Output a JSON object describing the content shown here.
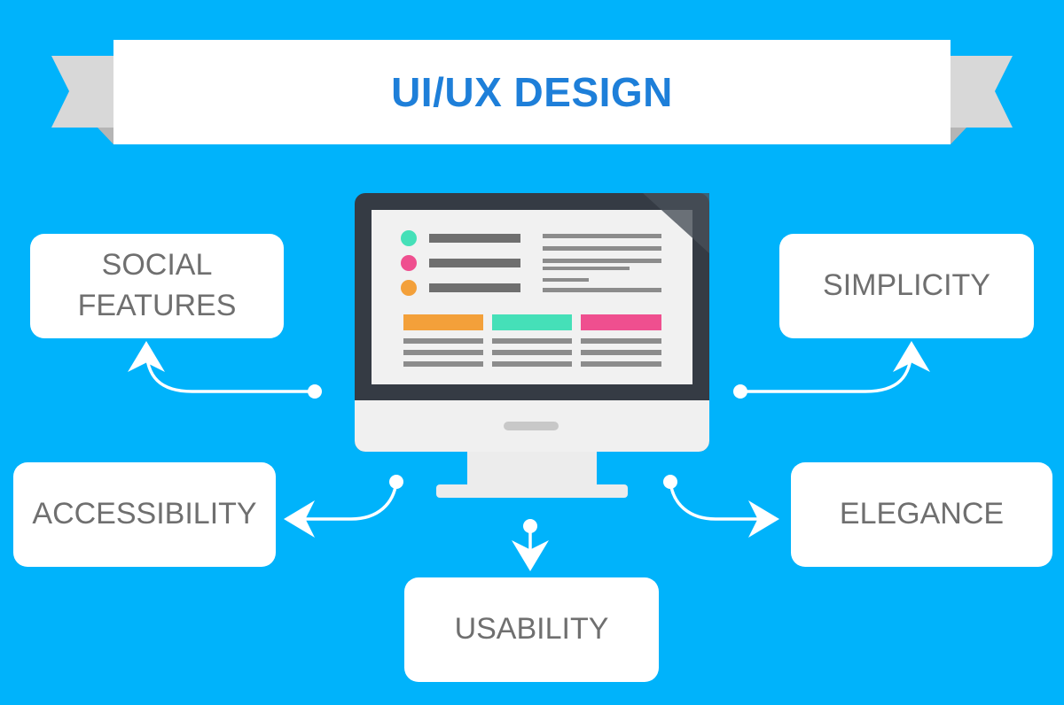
{
  "title": "UI/UX DESIGN",
  "features": {
    "social_features": "SOCIAL\nFEATURES",
    "simplicity": "SIMPLICITY",
    "accessibility": "ACCESSIBILITY",
    "elegance": "ELEGANCE",
    "usability": "USABILITY"
  },
  "colors": {
    "background": "#00b3fb",
    "title_text": "#1e7fd9",
    "banner": "#ffffff",
    "ribbon_tail": "#d8d8d8",
    "box_text": "#6f6f6f",
    "accent_green": "#45e0b8",
    "accent_pink": "#ef4f8f",
    "accent_orange": "#f3a03a"
  }
}
